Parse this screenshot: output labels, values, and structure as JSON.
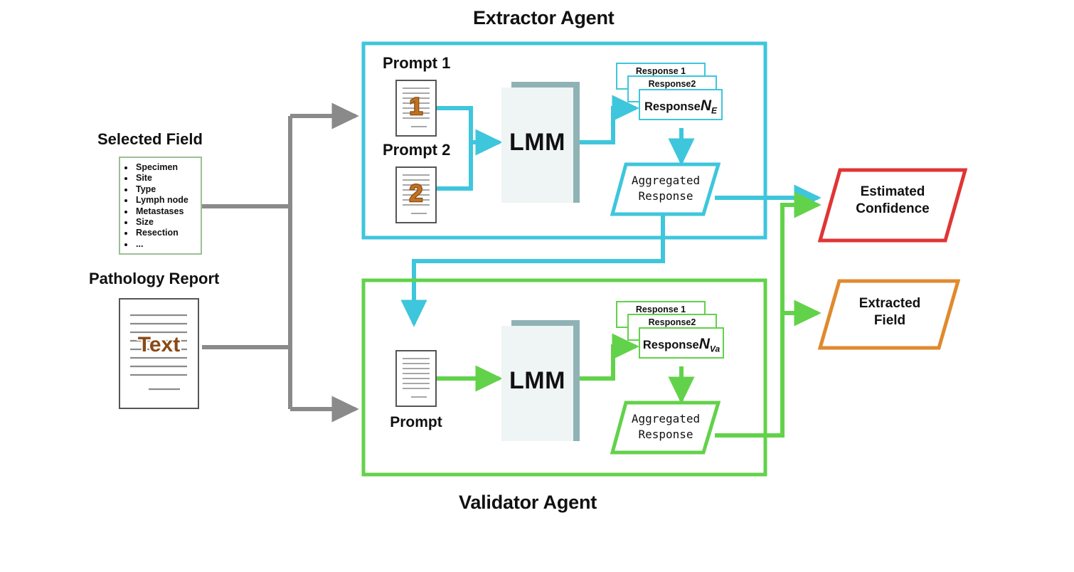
{
  "diagram": {
    "title_extractor": "Extractor Agent",
    "title_validator": "Validator Agent"
  },
  "inputs": {
    "selected_field": {
      "heading": "Selected Field",
      "items": [
        "Specimen",
        "Site",
        "Type",
        "Lymph node",
        "Metastases",
        "Size",
        "Resection",
        "..."
      ]
    },
    "pathology_report": {
      "heading": "Pathology Report",
      "doc_text": "Text"
    }
  },
  "extractor": {
    "prompt1_label": "Prompt 1",
    "prompt1_number": "1",
    "prompt2_label": "Prompt 2",
    "prompt2_number": "2",
    "model_label": "LMM",
    "responses": {
      "back": "Response 1",
      "mid": "Response2",
      "front_prefix": "Response",
      "front_symbol": "N",
      "front_subscript": "E"
    },
    "aggregated_line1": "Aggregated",
    "aggregated_line2": "Response"
  },
  "validator": {
    "prompt_label": "Prompt",
    "model_label": "LMM",
    "responses": {
      "back": "Response 1",
      "mid": "Response2",
      "front_prefix": "Response",
      "front_symbol": "N",
      "front_subscript": "Va"
    },
    "aggregated_line1": "Aggregated",
    "aggregated_line2": "Response"
  },
  "outputs": {
    "estimated_confidence_line1": "Estimated",
    "estimated_confidence_line2": "Confidence",
    "extracted_field_line1": "Extracted",
    "extracted_field_line2": "Field"
  },
  "colors": {
    "teal": "#3ec6dc",
    "green": "#62d24a",
    "gray": "#8a8a8a",
    "red": "#e03535",
    "orange": "#e08a2e",
    "field_border": "#9cbf94",
    "doc_border": "#555555",
    "lmm_fill": "#eef5f4",
    "lmm_shadow": "#8fb3b5",
    "doc_line": "#8a8a8a"
  }
}
